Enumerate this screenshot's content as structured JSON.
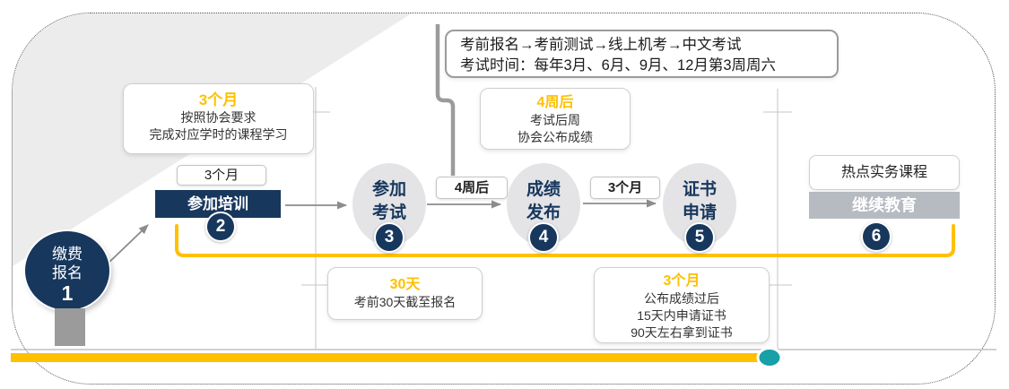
{
  "colors": {
    "navy": "#17375D",
    "gold": "#FFC000",
    "teal": "#17A0A6",
    "step_circle_gray": "#E4E4E6",
    "continuing_education_bar_gray": "#B6BBC2"
  },
  "callout": {
    "line1": "考前报名→考前测试→线上机考→中文考试",
    "line2": "考试时间：每年3月、6月、9月、12月第3周周六"
  },
  "info_boxes": {
    "training": {
      "title": "3个月",
      "line1": "按照协会要求",
      "line2": "完成对应学时的课程学习"
    },
    "results": {
      "title": "4周后",
      "line1": "考试后周",
      "line2": "协会公布成绩"
    },
    "deadline": {
      "title": "30天",
      "line1": "考前30天截至报名"
    },
    "certificate": {
      "title": "3个月",
      "line1": "公布成绩过后",
      "line2": "15天内申请证书",
      "line3": "90天左右拿到证书"
    }
  },
  "steps": {
    "step1": {
      "line1": "缴费",
      "line2": "报名",
      "number": "1"
    },
    "step2": {
      "label": "参加培训",
      "number": "2",
      "duration": "3个月"
    },
    "step3": {
      "line1": "参加",
      "line2": "考试",
      "number": "3"
    },
    "step4": {
      "line1": "成绩",
      "line2": "发布",
      "number": "4"
    },
    "step5": {
      "line1": "证书",
      "line2": "申请",
      "number": "5"
    },
    "step6": {
      "course_label": "热点实务课程",
      "bar_label": "继续教育",
      "number": "6"
    }
  },
  "arrow_labels": {
    "exam_to_results": "4周后",
    "results_to_cert": "3个月"
  }
}
